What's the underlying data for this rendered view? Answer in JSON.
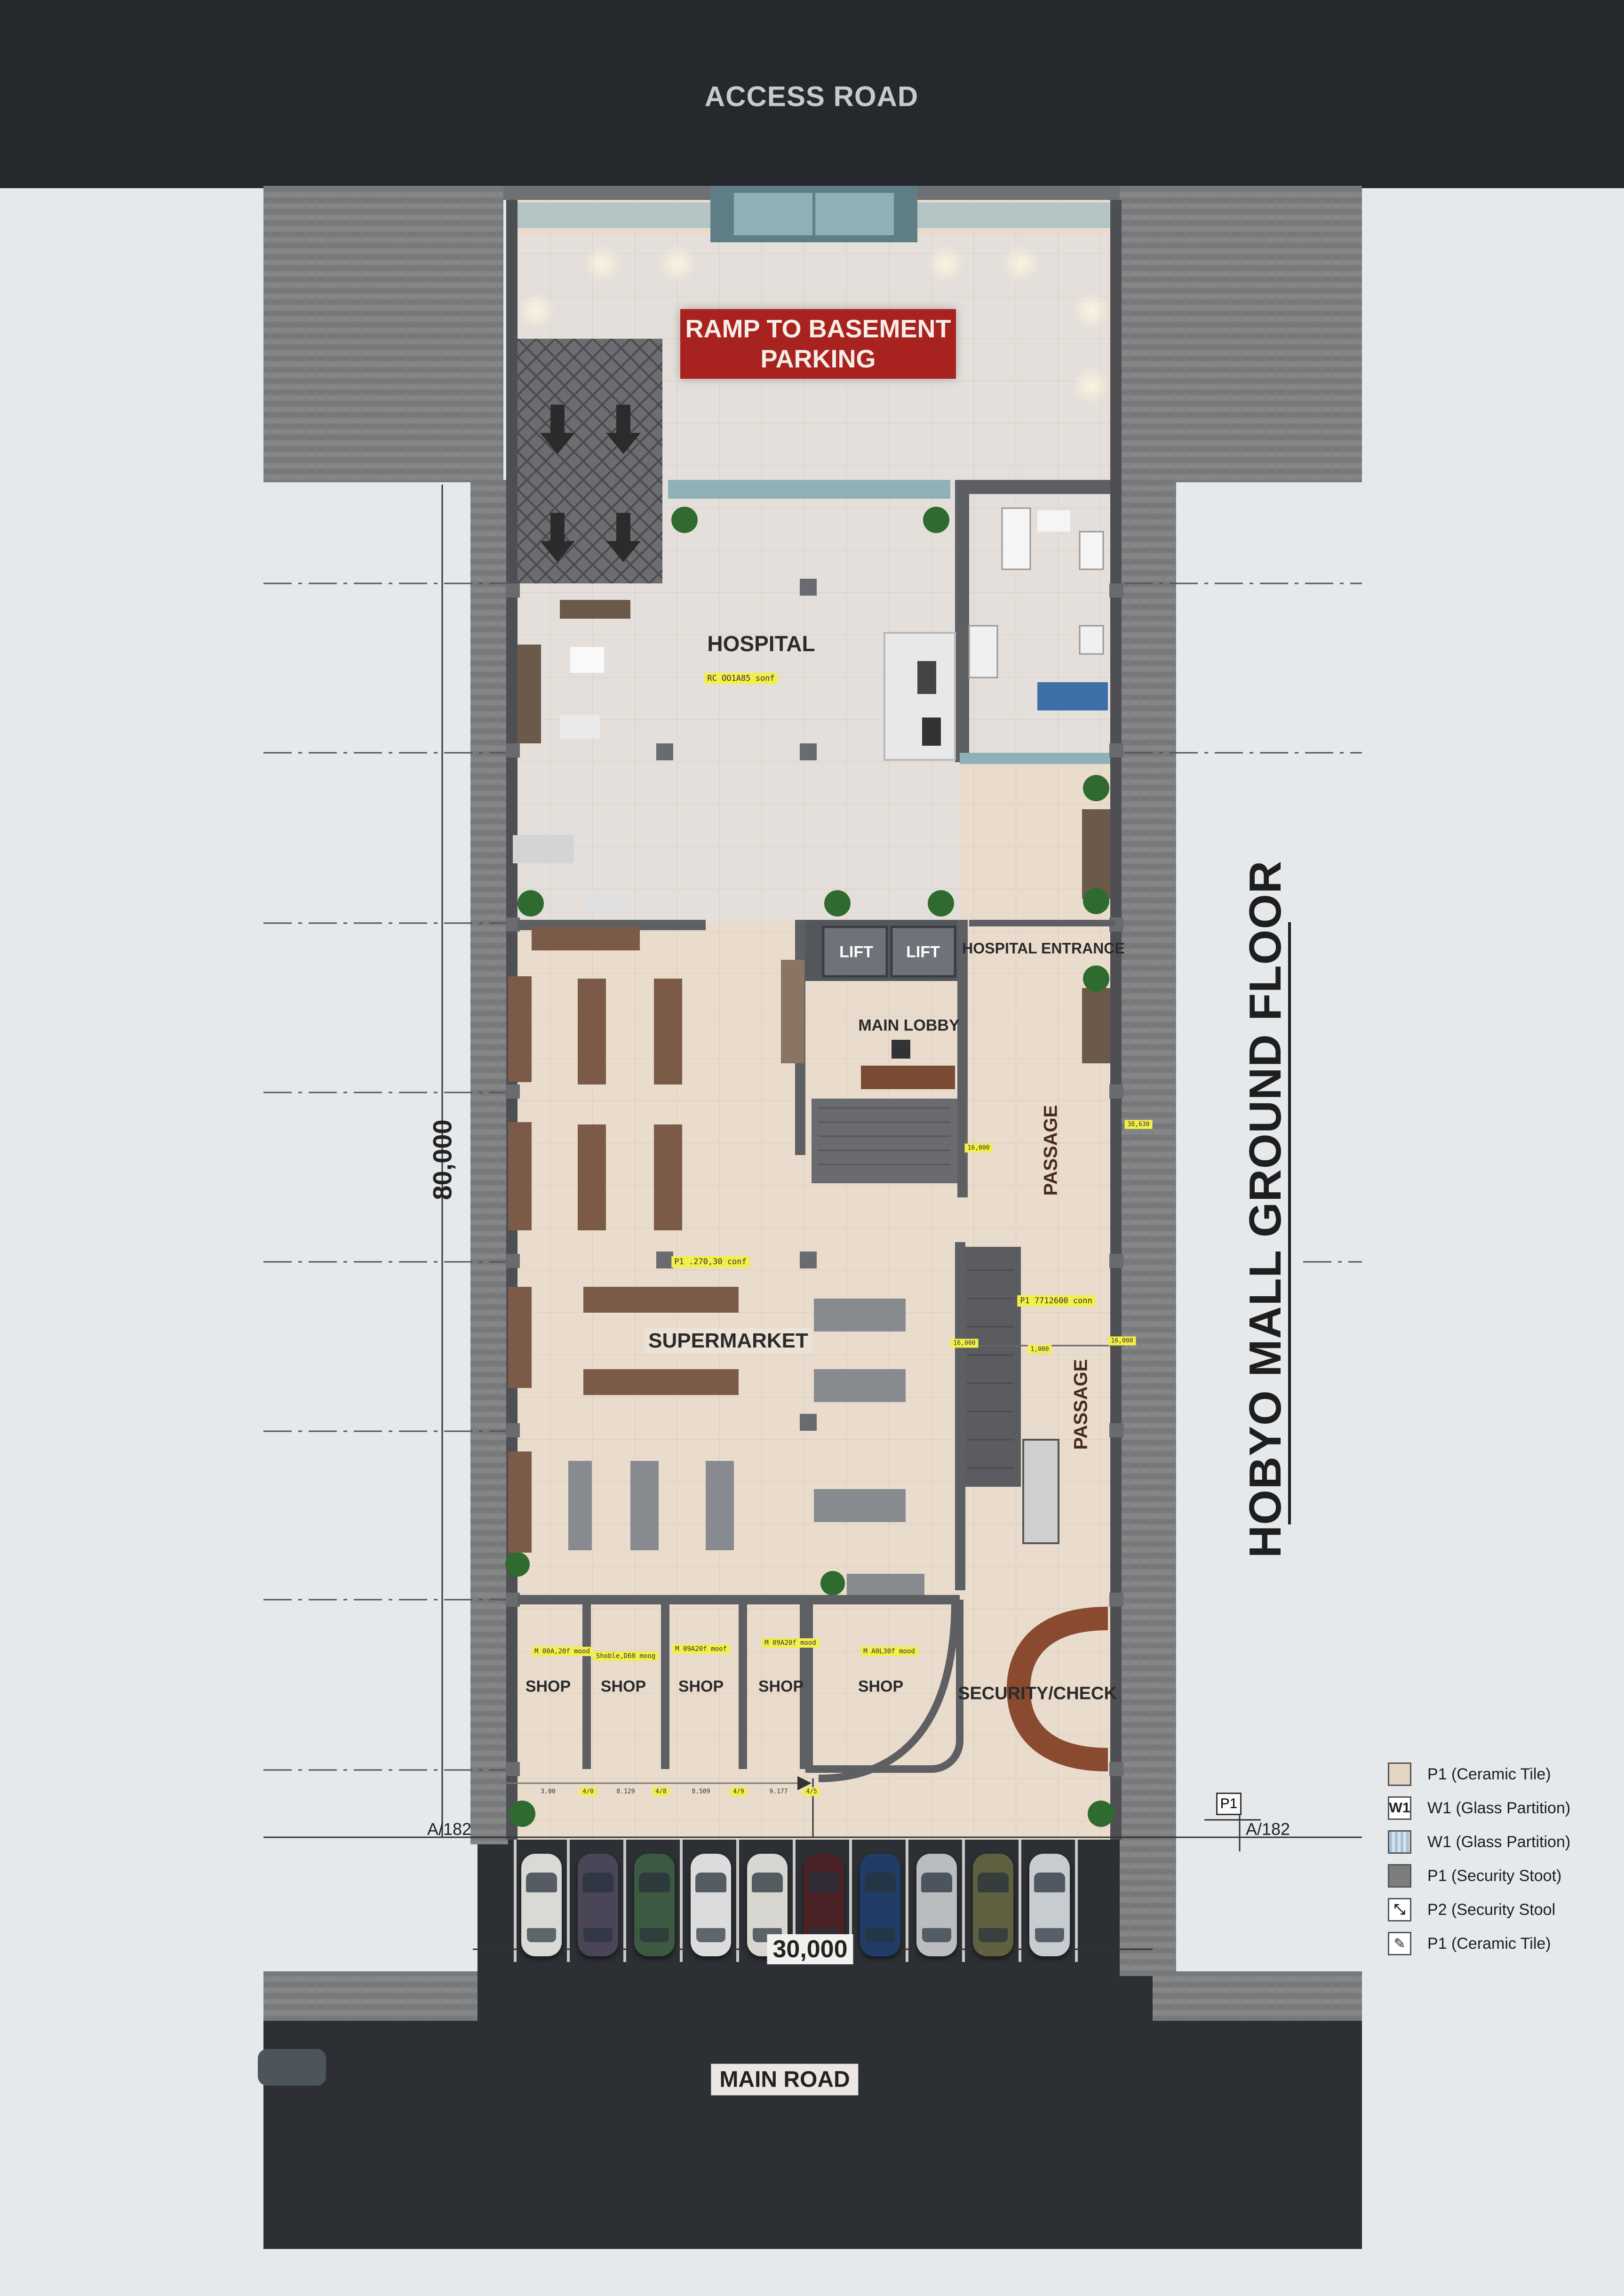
{
  "title": "HOBYO MALL GROUND FLOOR",
  "roads": {
    "top": "ACCESS ROAD",
    "bottom": "MAIN ROAD"
  },
  "ramp_sign": "RAMP TO BASEMENT\nPARKING",
  "rooms": {
    "hospital": "HOSPITAL",
    "hospital_area": "RC OO1A85 sonf",
    "lift_1": "LIFT",
    "lift_2": "LIFT",
    "hospital_entrance": "HOSPITAL ENTRANCE",
    "main_lobby": "MAIN LOBBY",
    "passage_1": "PASSAGE",
    "passage_2": "PASSAGE",
    "supermarket": "SUPERMARKET",
    "supermarket_area": "P1 .270,30 conf",
    "passage_area": "P1 7712600 conn",
    "security": "SECURITY/CHECK",
    "shops": [
      "SHOP",
      "SHOP",
      "SHOP",
      "SHOP",
      "SHOP"
    ]
  },
  "shop_tags": [
    "M 00A,20f mood",
    "Shoble,D60 moog",
    "M 09A20f moof",
    "M 09A20f mood",
    "M A0L30f mood"
  ],
  "small_tags": [
    "16,000",
    "38,630",
    "16,000",
    "1,000",
    "16,000"
  ],
  "dimensions": {
    "vertical": "80,000",
    "horizontal": "30,000"
  },
  "bottom_dim_ticks": [
    "3.00",
    "4/0",
    "8.129",
    "4/8",
    "8.509",
    "4/9",
    "9.177",
    "4/5"
  ],
  "section_marks": {
    "left": "A/182",
    "right": "A/182",
    "p1_box": "P1"
  },
  "legend": [
    {
      "code": "",
      "text": "P1 (Ceramic Tile)",
      "swatch": "#e3d4c3"
    },
    {
      "code": "W1",
      "text": "W1 (Glass Partition)",
      "swatch": "#ffffff"
    },
    {
      "code": "",
      "text": "W1 (Glass Partition)",
      "swatch": "#a9c1d8"
    },
    {
      "code": "",
      "text": "P1 (Security Stoot)",
      "swatch": "#7d7d7d"
    },
    {
      "code": "⤡",
      "text": "P2 (Security Stool",
      "swatch": "#ffffff"
    },
    {
      "code": "✎",
      "text": "P1 (Ceramic Tile)",
      "swatch": "#ffffff"
    }
  ],
  "car_colors": [
    "#d9d9d6",
    "#4a4658",
    "#3c5a42",
    "#dcdcdc",
    "#d8d6d0",
    "#4a2226",
    "#1f3d66",
    "#b9bdc0",
    "#5e6040",
    "#c7ccd0"
  ],
  "colors": {
    "ramp_sign": "#a8231f",
    "floor": "#e5d4c1",
    "paving": "#7b7b7c",
    "road": "#2c2f33"
  }
}
